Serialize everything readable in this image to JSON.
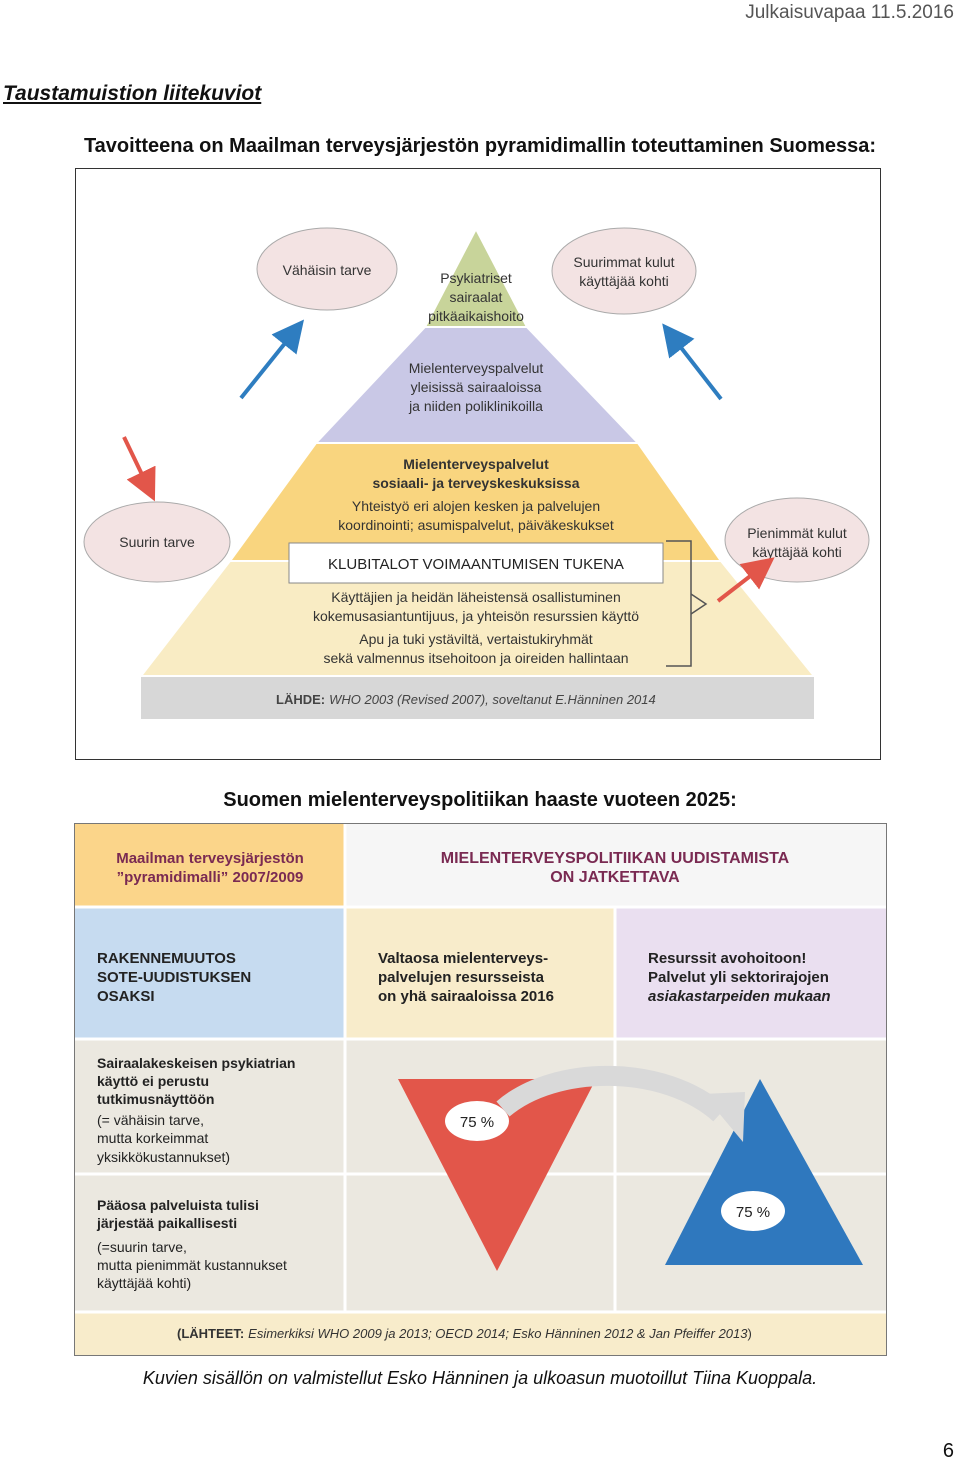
{
  "header": {
    "date": "Julkaisuvapaa 11.5.2016"
  },
  "section_title": "Taustamuistion liitekuviot",
  "figure1": {
    "heading": "Tavoitteena on Maailman terveysjärjestön pyramidimallin toteuttaminen Suomessa:",
    "bubble_low_need": "Vähäisin tarve",
    "bubble_high_cost": [
      "Suurimmat kulut",
      "käyttäjää kohti"
    ],
    "bubble_high_need": "Suurin tarve",
    "bubble_low_cost": [
      "Pienimmät kulut",
      "käyttäjää kohti"
    ],
    "tier1": [
      "Psykiatriset",
      "sairaalat",
      "pitkäaikaishoito"
    ],
    "tier2": [
      "Mielenterveyspalvelut",
      "yleisissä sairaaloissa",
      "ja niiden poliklinikoilla"
    ],
    "tier3_title": [
      "Mielenterveyspalvelut",
      "sosiaali- ja terveyskeskuksissa"
    ],
    "tier3_text": [
      "Yhteistyö eri alojen kesken ja palvelujen",
      "koordinointi; asumispalvelut, päiväkeskukset"
    ],
    "club_box": "KLUBITALOT VOIMAANTUMISEN TUKENA",
    "tier4_text": [
      "Käyttäjien ja heidän läheistensä osallistuminen",
      "kokemusasiantuntijuus, ja yhteisön resurssien käyttö"
    ],
    "tier5_text": [
      "Apu ja tuki ystäviltä, vertaistukiryhmät",
      "sekä valmennus itsehoitoon ja oireiden hallintaan"
    ],
    "source_label": "LÄHDE:",
    "source_text": "WHO 2003 (Revised 2007), soveltanut E.Hänninen 2014",
    "colors": {
      "tier1": "#c8d49a",
      "tier2": "#c9c8e6",
      "tier3": "#f9d57f",
      "tier4": "#f9ecc4",
      "base": "#d7d7d7",
      "bubble": "#f3e3e3",
      "blue_arrow": "#2e7dc0",
      "red_arrow": "#e2564a"
    }
  },
  "figure2": {
    "heading": "Suomen mielenterveyspolitiikan haaste vuoteen 2025:",
    "top_left": [
      "Maailman terveysjärjestön",
      "”pyramidimalli” 2007/2009"
    ],
    "top_right": [
      "MIELENTERVEYSPOLITIIKAN UUDISTAMISTA",
      "ON JATKETTAVA"
    ],
    "mid_left": [
      "RAKENNEMUUTOS",
      "SOTE-UUDISTUKSEN",
      "OSAKSI"
    ],
    "mid_center": [
      "Valtaosa mielenterveys-",
      "palvelujen resursseista",
      "on yhä sairaaloissa 2016"
    ],
    "mid_right": [
      "Resurssit avohoitoon!",
      "Palvelut yli sektorirajojen",
      "asiakastarpeiden mukaan"
    ],
    "row3_left_bold": [
      "Sairaalakeskeisen psykiatrian",
      "käyttö ei perustu",
      "tutkimusnäyttöön"
    ],
    "row3_left_plain": [
      "(= vähäisin tarve,",
      "mutta korkeimmat",
      "yksikkökustannukset)"
    ],
    "row4_left_bold": [
      "Pääosa palveluista tulisi",
      "järjestää paikallisesti"
    ],
    "row4_left_plain": [
      "(=suurin tarve,",
      "mutta pienimmät kustannukset",
      "käyttäjää kohti)"
    ],
    "label_red": "75 %",
    "label_blue": "75 %",
    "sources_label": "(LÄHTEET:",
    "sources_text": "Esimerkiksi WHO 2009 ja 2013; OECD 2014; Esko Hänninen 2012 & Jan Pfeiffer 2013",
    "sources_close": ")",
    "colors": {
      "orange_cell": "#fbd58a",
      "blue_cell": "#c6dbf0",
      "yellow_cell": "#f8eccb",
      "purple_cell": "#eadff0",
      "grey_cell": "#ebe8e0",
      "title_text": "#7a2a52",
      "red_triangle": "#e2564a",
      "blue_triangle": "#2f78be"
    }
  },
  "footer_note": "Kuvien sisällön on valmistellut Esko Hänninen ja ulkoasun muotoillut Tiina Kuoppala.",
  "page_number": "6"
}
